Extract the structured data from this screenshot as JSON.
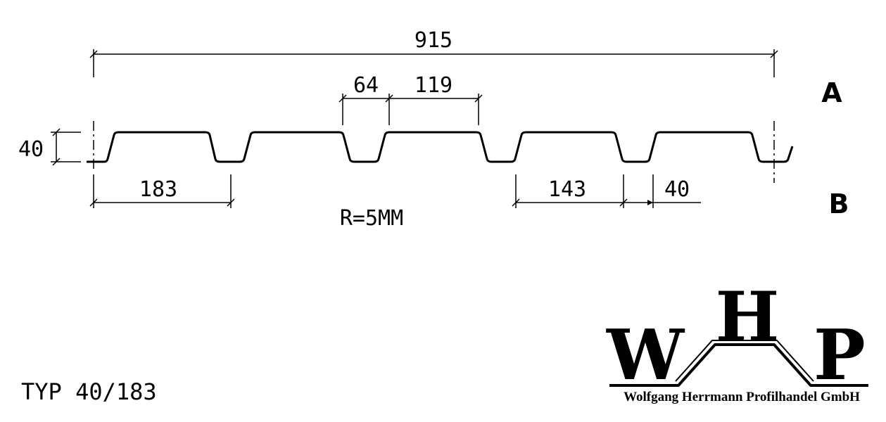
{
  "dimensions": {
    "overall_width": "915",
    "top_flange": "64",
    "rib_pitch_segment": "119",
    "height": "40",
    "pitch": "183",
    "span_143": "143",
    "span_40": "40",
    "radius": "R=5MM"
  },
  "side_labels": {
    "top": "A",
    "bottom": "B"
  },
  "type_label": "TYP 40/183",
  "logo": {
    "letter_w": "W",
    "letter_h": "H",
    "letter_p": "P",
    "company": "Wolfgang Herrmann Profilhandel GmbH"
  },
  "colors": {
    "line": "#000000",
    "background": "#ffffff"
  }
}
